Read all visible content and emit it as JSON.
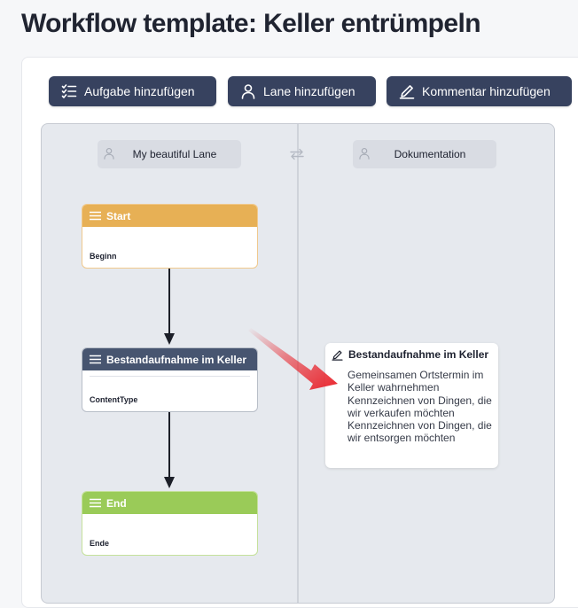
{
  "page": {
    "title": "Workflow template: Keller entrümpeln"
  },
  "toolbar": {
    "add_task": "Aufgabe hinzufügen",
    "add_lane": "Lane hinzufügen",
    "add_comment": "Kommentar hinzufügen"
  },
  "lanes": [
    {
      "label": "My beautiful Lane"
    },
    {
      "label": "Dokumentation"
    }
  ],
  "nodes": {
    "start": {
      "title": "Start",
      "subtitle": "Beginn"
    },
    "task": {
      "title": "Bestandaufnahme im Keller",
      "subtitle": "ContentType"
    },
    "end": {
      "title": "End",
      "subtitle": "Ende"
    }
  },
  "comment": {
    "title": "Bestandaufnahme im Keller",
    "lines": [
      "Gemeinsamen Ortstermin im",
      "Keller wahrnehmen",
      "Kennzeichnen von Dingen, die",
      "wir verkaufen möchten",
      "Kennzeichnen von Dingen, die",
      "wir entsorgen möchten"
    ]
  },
  "colors": {
    "toolbar_button": "#37425f",
    "start_header": "#e7b055",
    "task_header": "#475570",
    "end_header": "#9acb58",
    "highlight_arrow": "#e8242c"
  },
  "icons": {
    "add_task": "checklist-icon",
    "add_lane": "person-icon",
    "add_comment": "pencil-icon",
    "lane": "person-icon",
    "swap": "swap-arrows-icon",
    "node_menu": "hamburger-menu-icon"
  }
}
